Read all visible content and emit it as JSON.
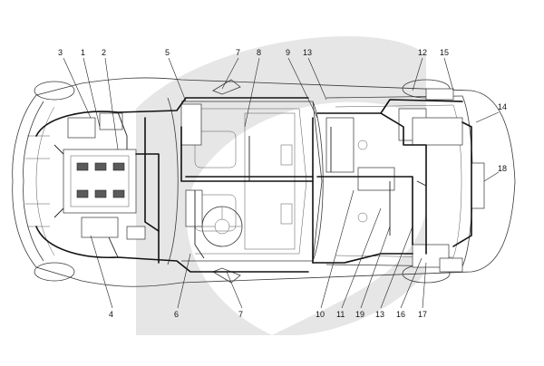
{
  "diagram": {
    "background_color": "#ffffff",
    "watermark_color": "#e6e6e6",
    "line_color": "#333333",
    "harness_color": "#111111",
    "callouts": [
      {
        "id": "callout-3",
        "label": "3"
      },
      {
        "id": "callout-1",
        "label": "1"
      },
      {
        "id": "callout-2",
        "label": "2"
      },
      {
        "id": "callout-5",
        "label": "5"
      },
      {
        "id": "callout-7a",
        "label": "7"
      },
      {
        "id": "callout-8",
        "label": "8"
      },
      {
        "id": "callout-9",
        "label": "9"
      },
      {
        "id": "callout-13a",
        "label": "13"
      },
      {
        "id": "callout-12",
        "label": "12"
      },
      {
        "id": "callout-15",
        "label": "15"
      },
      {
        "id": "callout-14",
        "label": "14"
      },
      {
        "id": "callout-18",
        "label": "18"
      },
      {
        "id": "callout-4",
        "label": "4"
      },
      {
        "id": "callout-6",
        "label": "6"
      },
      {
        "id": "callout-7b",
        "label": "7"
      },
      {
        "id": "callout-10",
        "label": "10"
      },
      {
        "id": "callout-11",
        "label": "11"
      },
      {
        "id": "callout-19",
        "label": "19"
      },
      {
        "id": "callout-13b",
        "label": "13"
      },
      {
        "id": "callout-16",
        "label": "16"
      },
      {
        "id": "callout-17",
        "label": "17"
      }
    ]
  }
}
